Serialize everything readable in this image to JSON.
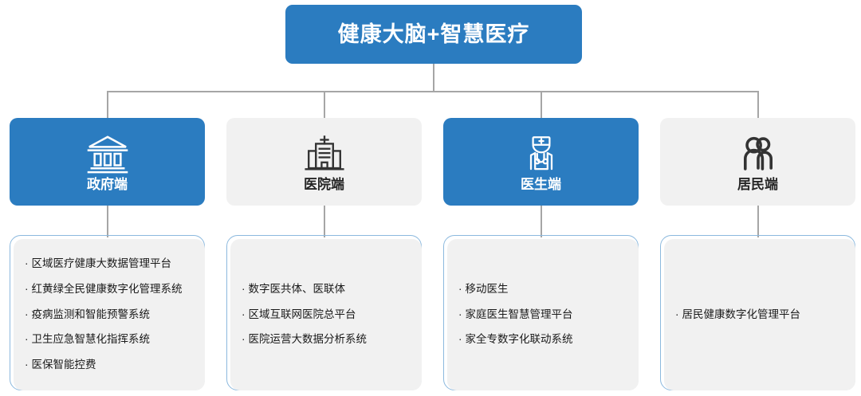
{
  "diagram": {
    "root": {
      "title": "健康大脑+智慧医疗",
      "color": "#2b7cc0"
    },
    "connector_color": "#a6a6a6",
    "branches": [
      {
        "icon": "government-building-icon",
        "label": "政府端",
        "style": "blue",
        "fill": "#2b7cc0",
        "items": [
          "区域医疗健康大数据管理平台",
          "红黄绿全民健康数字化管理系统",
          "疫病监测和智能预警系统",
          "卫生应急智慧化指挥系统",
          "医保智能控费"
        ]
      },
      {
        "icon": "hospital-building-icon",
        "label": "医院端",
        "style": "grey",
        "fill": "#f1f1f1",
        "items": [
          "数字医共体、医联体",
          "区域互联网医院总平台",
          "医院运营大数据分析系统"
        ]
      },
      {
        "icon": "doctor-icon",
        "label": "医生端",
        "style": "blue",
        "fill": "#2b7cc0",
        "items": [
          "移动医生",
          "家庭医生智慧管理平台",
          "家全专数字化联动系统"
        ]
      },
      {
        "icon": "two-people-icon",
        "label": "居民端",
        "style": "grey",
        "fill": "#f1f1f1",
        "items": [
          "居民健康数字化管理平台"
        ]
      }
    ],
    "bullet_glyph": "·"
  }
}
